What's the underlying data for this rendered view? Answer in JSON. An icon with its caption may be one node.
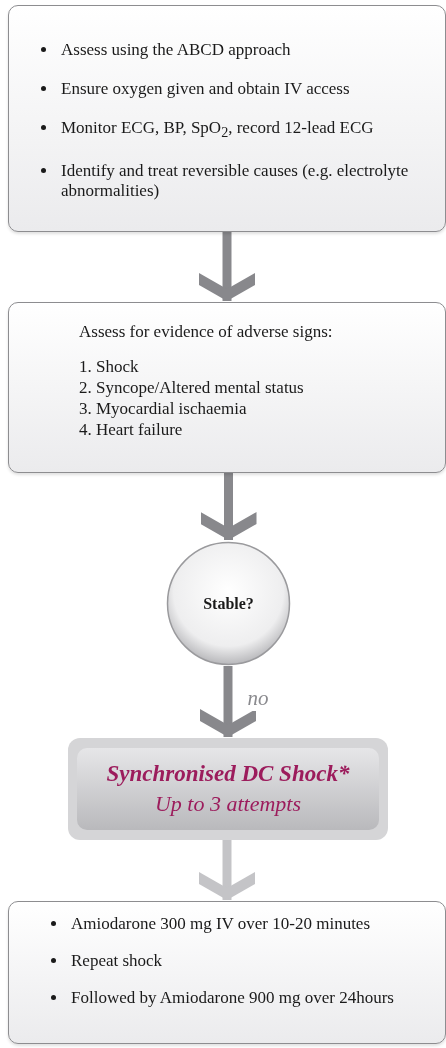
{
  "diagram": {
    "nodes": [
      {
        "text": [
          "Assess using the ABCD approach",
          "Ensure oxygen given and obtain IV access",
          "Monitor ECG, BP, SpO$_{2}$, record 12-lead ECG",
          "Identify and treat reversible causes (e.g. electrolyte abnormalities)"
        ]
      },
      {
        "text": [
          "Assess for evidence of adverse signs:",
          "1. Shock",
          "2. Syncope/Altered mental status",
          "3. Myocardial ischaemia",
          "4. Heart failure"
        ]
      },
      {
        "text": [
          "Stable?"
        ]
      },
      {
        "text": [
          "Synchronised DC Shock*",
          "Up to 3 attempts"
        ]
      },
      {
        "text": [
          "Amiodarone 300 mg IV over 10-20 minutes",
          "Repeat shock",
          "Followed by Amiodarone 900 mg over 24hours"
        ]
      }
    ],
    "edges": [
      {
        "from": 0,
        "to": 1,
        "arrow": "to"
      },
      {
        "from": 1,
        "to": 2,
        "arrow": "to"
      },
      {
        "from": 2,
        "to": 3,
        "arrow": "to",
        "label": "no"
      },
      {
        "from": 3,
        "to": 4,
        "arrow": "to",
        "color": "#c4c4c7"
      }
    ]
  }
}
